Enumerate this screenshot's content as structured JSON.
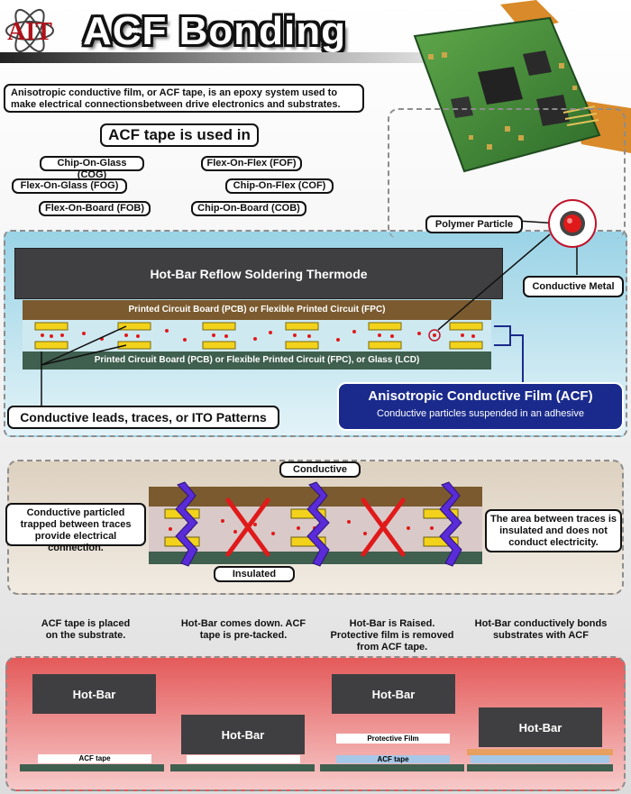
{
  "header": {
    "title": "ACF Bonding",
    "intro": "Anisotropic conductive film, or ACF tape, is an epoxy system used to make electrical connectionsbetween drive electronics and substrates."
  },
  "uses": {
    "heading": "ACF tape is used in",
    "items": [
      "Chip-On-Glass (COG)",
      "Flex-On-Flex (FOF)",
      "Flex-On-Glass (FOG)",
      "Chip-On-Flex (COF)",
      "Flex-On-Board (FOB)",
      "Chip-On-Board (COB)"
    ]
  },
  "stack": {
    "thermode": "Hot-Bar Reflow Soldering Thermode",
    "top_board": "Printed Circuit Board (PCB) or Flexible Printed Circuit (FPC)",
    "bottom_board": "Printed Circuit Board (PCB) or Flexible Printed Circuit (FPC), or Glass (LCD)",
    "polymer_particle": "Polymer Particle",
    "conductive_metal": "Conductive Metal",
    "leads": "Conductive leads, traces, or ITO Patterns",
    "acf_title": "Anisotropic Conductive Film (ACF)",
    "acf_sub": "Conductive particles suspended in an adhesive"
  },
  "mechanism": {
    "conductive": "Conductive",
    "insulated": "Insulated",
    "left_note": "Conductive particled trapped between traces provide electrical connection.",
    "right_note": "The area between traces is insulated and does not conduct electricity."
  },
  "steps": [
    {
      "caption": "ACF tape is placed on the substrate.",
      "hotbar": "Hot-Bar",
      "film": "",
      "tape": "ACF tape"
    },
    {
      "caption": "Hot-Bar comes down. ACF tape is pre-tacked.",
      "hotbar": "Hot-Bar",
      "film": "",
      "tape": ""
    },
    {
      "caption": "Hot-Bar is Raised. Protective film is removed from ACF tape.",
      "hotbar": "Hot-Bar",
      "film": "Protective Film",
      "tape": "ACF tape"
    },
    {
      "caption": "Hot-Bar conductively bonds substrates with ACF",
      "hotbar": "Hot-Bar",
      "film": "",
      "tape": ""
    }
  ],
  "colors": {
    "thermode": "#3f3f42",
    "board_brown": "#7a5a2e",
    "board_green": "#3f5f4f",
    "acf_layer": "#bfe3ef",
    "trace_yellow": "#f2d21b",
    "particle_red": "#e01a1a",
    "accent_blue": "#1a2a8c",
    "red_panel": "#e45a5a"
  }
}
